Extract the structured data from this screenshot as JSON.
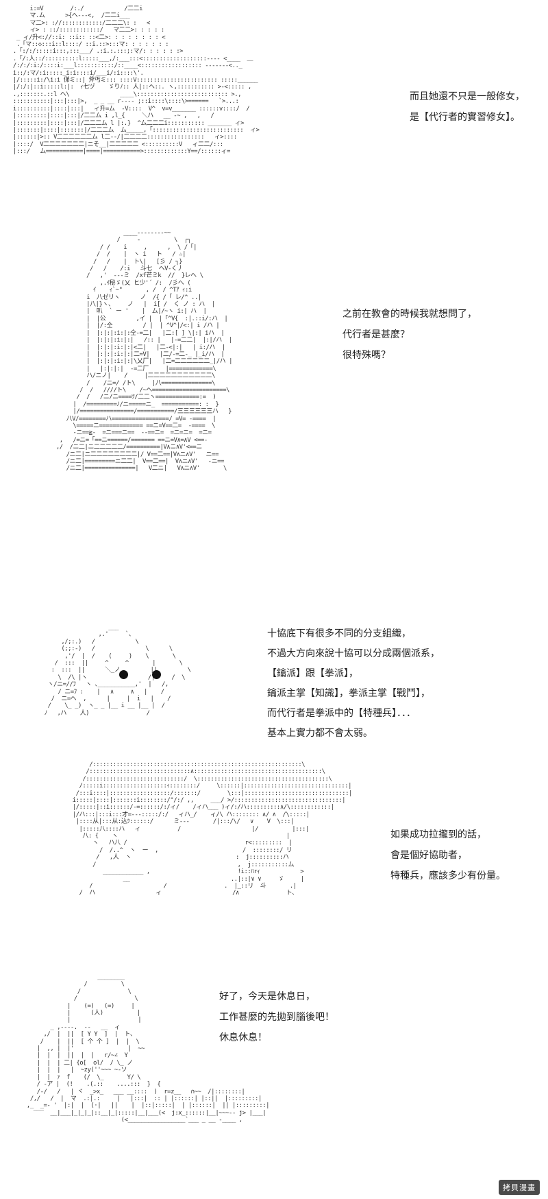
{
  "panels": [
    {
      "art_name": "nun-crowd-art",
      "lines": [
        "而且她還不只是一般修女，",
        "是【代行者的實習修女】。"
      ]
    },
    {
      "art_name": "hooded-nun-art",
      "lines": [
        "之前在教會的時候我就想問了，",
        "代行者是甚麼？",
        "很特殊嗎？"
      ]
    },
    {
      "art_name": "round-face-character-art",
      "lines": [
        "十協底下有很多不同的分支組織，",
        "不過大方向來說十協可以分成兩個派系，",
        "【鑰派】跟【拳派】，",
        "鑰派主掌【知識】，拳派主掌【戰鬥】，",
        "而代行者是拳派中的【特種兵】．．．",
        "基本上實力都不會太弱。"
      ]
    },
    {
      "art_name": "table-scene-art",
      "lines": [
        "如果成功拉攏到的話，",
        "會是個好協助者，",
        "特種兵，應該多少有份量。"
      ]
    },
    {
      "art_name": "relaxing-character-art",
      "lines": [
        "好了，今天是休息日，",
        "工作甚麼的先拋到腦後吧！",
        "休息休息！"
      ]
    }
  ],
  "watermark": "拷貝漫畫"
}
